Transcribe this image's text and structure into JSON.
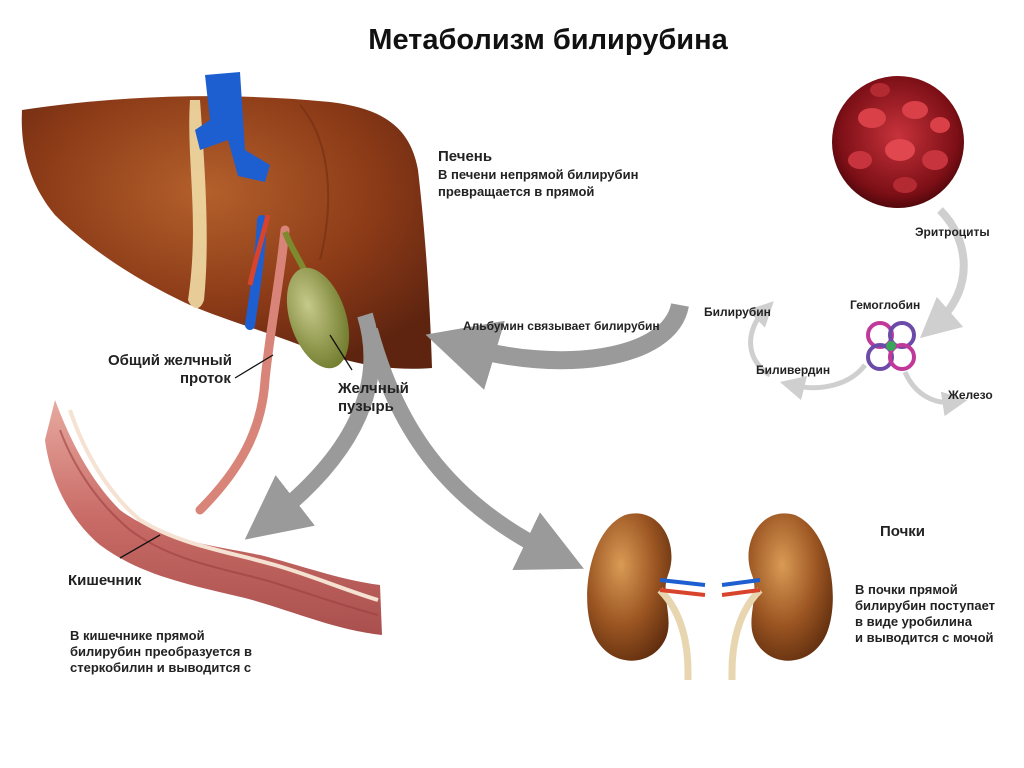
{
  "title": "Метаболизм билирубина",
  "liver": {
    "heading": "Печень",
    "text_line1": "В печени непрямой билирубин",
    "text_line2": "превращается в прямой"
  },
  "labels": {
    "bile_duct_line1": "Общий желчный",
    "bile_duct_line2": "проток",
    "gallbladder_line1": "Желчный",
    "gallbladder_line2": "пузырь",
    "intestine": "Кишечник",
    "albumin": "Альбумин связывает билирубин",
    "bilirubin": "Билирубин",
    "hemoglobin": "Гемоглобин",
    "biliverdin": "Биливердин",
    "iron": "Железо",
    "erythrocytes": "Эритроциты",
    "kidneys": "Почки"
  },
  "intestine_text": {
    "line1": "В кишечнике прямой",
    "line2": "билирубин преобразуется в",
    "line3": "стеркобилин и выводится с"
  },
  "kidney_text": {
    "line1": "В почки прямой",
    "line2": "билирубин поступает",
    "line3": "в виде уробилина",
    "line4": "и выводится с мочой"
  },
  "colors": {
    "liver": "#8b3a17",
    "vein": "#1d5fd0",
    "artery": "#d8432b",
    "gallbladder": "#8e9a3e",
    "intestine": "#d9887f",
    "blood_cells": "#a8141c",
    "arrow": "#9a9a9a",
    "kidney": "#8a4a1c"
  }
}
